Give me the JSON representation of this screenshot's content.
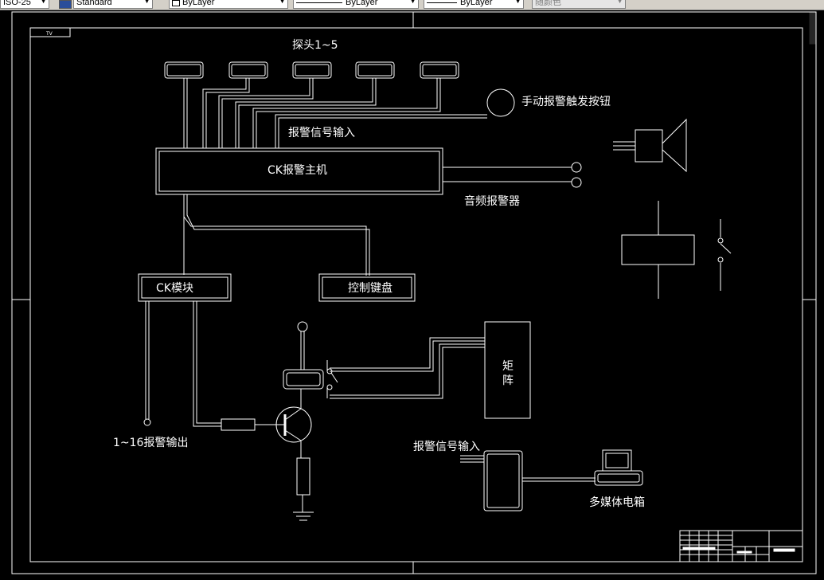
{
  "toolbar": {
    "dimstyle": "ISO-25",
    "textstyle": "Standard",
    "layer": "ByLayer",
    "linetype": "ByLayer",
    "lineweight": "ByLayer",
    "plotstyle": "随颜色"
  },
  "titleblock": {
    "corner_tag": "TV"
  },
  "labels": {
    "probes": "探头1~5",
    "manual_button": "手动报警触发按钮",
    "alarm_signal_input_top": "报警信号输入",
    "host": "CK报警主机",
    "audio_alarm": "音频报警器",
    "ck_module": "CK模块",
    "keyboard": "控制键盘",
    "matrix_line1": "矩",
    "matrix_line2": "阵",
    "alarm_output": "1~16报警输出",
    "alarm_signal_input_bottom": "报警信号输入",
    "multimedia_box": "多媒体电箱"
  },
  "colors": {
    "canvas": "#000000",
    "stroke": "#ffffff",
    "toolbar": "#d4d0c8"
  }
}
